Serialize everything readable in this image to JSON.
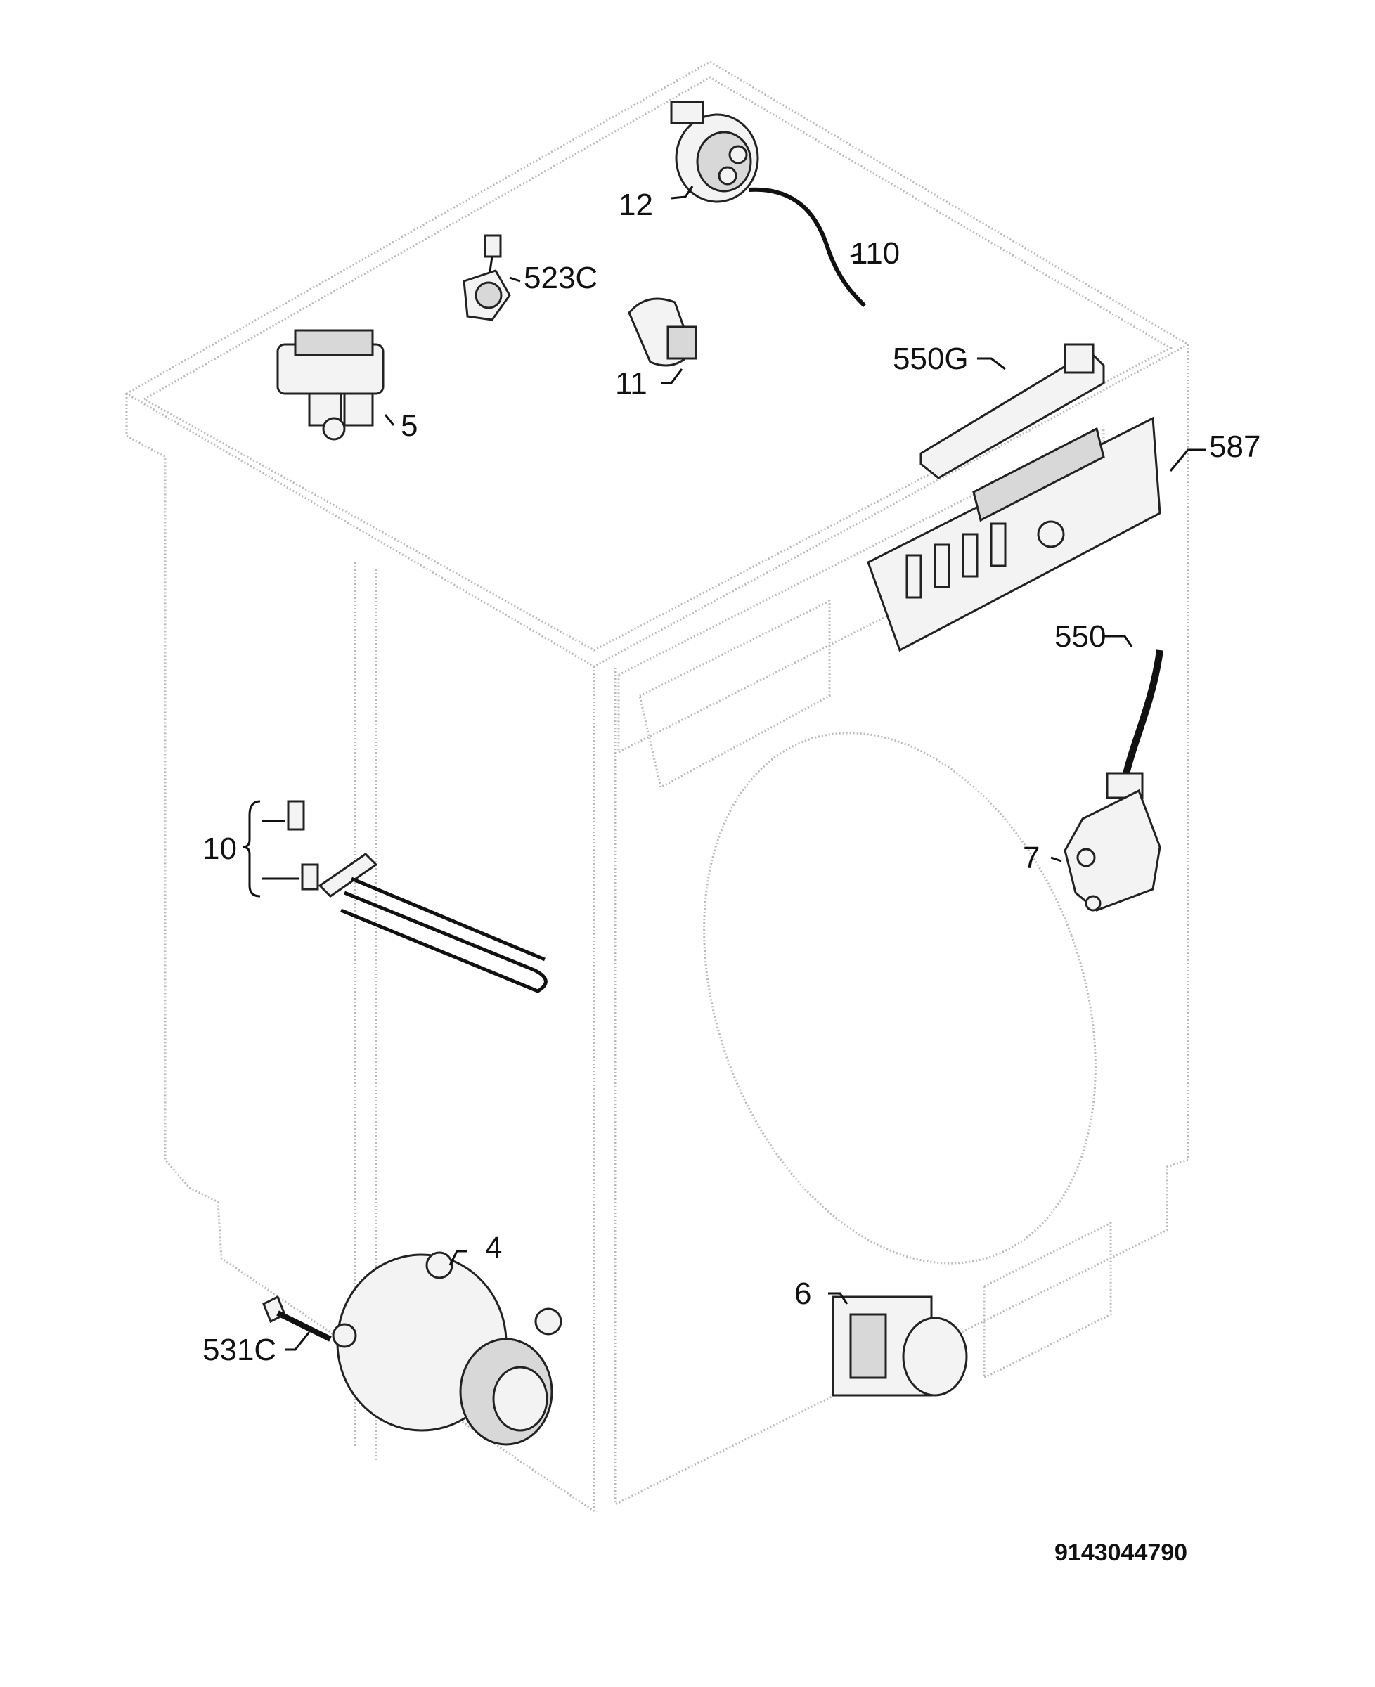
{
  "diagram": {
    "callouts": {
      "c12": "12",
      "c110": "110",
      "c523c": "523C",
      "c11": "11",
      "c5": "5",
      "c550g": "550G",
      "c587": "587",
      "c550": "550",
      "c10": "10",
      "c7": "7",
      "c4": "4",
      "c531c": "531C",
      "c6": "6"
    },
    "document_number": "9143044790"
  }
}
